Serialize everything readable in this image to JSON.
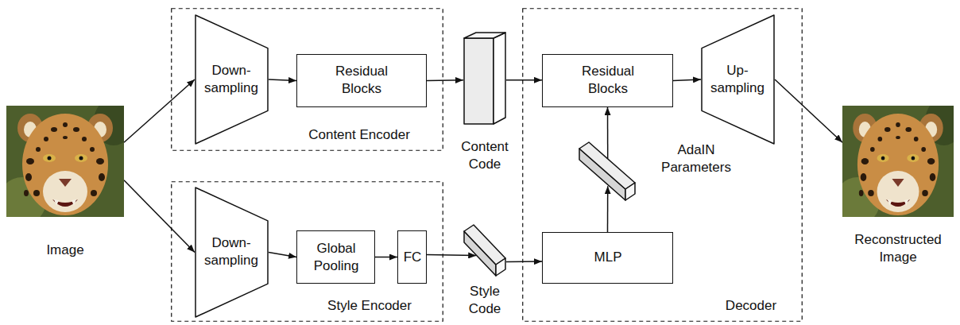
{
  "diagram": {
    "nodes": [
      {
        "text": [
          "Image"
        ]
      },
      {
        "text": [
          "Content Encoder"
        ]
      },
      {
        "text": [
          "Down-sampling"
        ],
        "in": 1
      },
      {
        "text": [
          "Residual Blocks"
        ],
        "in": 1
      },
      {
        "text": [
          "Content Code"
        ]
      },
      {
        "text": [
          "Decoder"
        ]
      },
      {
        "text": [
          "Residual Blocks"
        ],
        "in": 5
      },
      {
        "text": [
          "Up-sampling"
        ],
        "in": 5
      },
      {
        "text": [
          "AdaIN Parameters"
        ],
        "in": 5
      },
      {
        "text": [
          "MLP"
        ],
        "in": 5
      },
      {
        "text": [
          "Reconstructed Image"
        ]
      },
      {
        "text": [
          "Style Encoder"
        ]
      },
      {
        "text": [
          "Down-sampling"
        ],
        "in": 11
      },
      {
        "text": [
          "Global Pooling"
        ],
        "in": 11
      },
      {
        "text": [
          "FC"
        ],
        "in": 11
      },
      {
        "text": [
          "Style Code"
        ]
      }
    ],
    "edges": [
      {
        "from": 0,
        "to": 2,
        "arrow": "to"
      },
      {
        "from": 0,
        "to": 12,
        "arrow": "to"
      },
      {
        "from": 2,
        "to": 3,
        "arrow": "to"
      },
      {
        "from": 3,
        "to": 4,
        "arrow": "to"
      },
      {
        "from": 4,
        "to": 6,
        "arrow": "to"
      },
      {
        "from": 6,
        "to": 7,
        "arrow": "to"
      },
      {
        "from": 7,
        "to": 10,
        "arrow": "to"
      },
      {
        "from": 12,
        "to": 13,
        "arrow": "to"
      },
      {
        "from": 13,
        "to": 14,
        "arrow": "to"
      },
      {
        "from": 14,
        "to": 15,
        "arrow": "to"
      },
      {
        "from": 15,
        "to": 9,
        "arrow": "to"
      },
      {
        "from": 9,
        "to": 8,
        "arrow": "to"
      },
      {
        "from": 8,
        "to": 6,
        "arrow": "to"
      }
    ]
  }
}
